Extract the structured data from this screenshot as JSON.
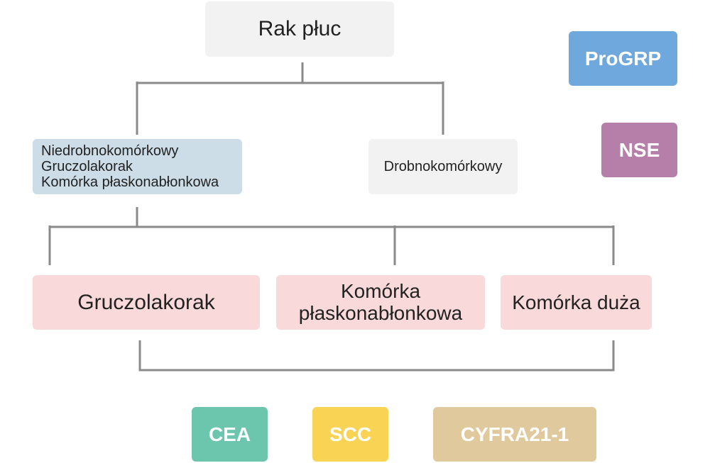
{
  "diagram": {
    "root": {
      "label": "Rak płuc"
    },
    "nsclc": {
      "lines": [
        "Niedrobnokomórkowy",
        "Gruczolakorak",
        "Komórka płaskonabłonkowa"
      ]
    },
    "sclc": {
      "label": "Drobnokomórkowy"
    },
    "subtypes": {
      "adeno": {
        "label": "Gruczolakorak"
      },
      "squamous": {
        "lines": [
          "Komórka",
          "płaskonabłonkowa"
        ]
      },
      "large": {
        "label": "Komórka duża"
      }
    },
    "markers": {
      "progrp": {
        "label": "ProGRP",
        "color": "#6fa8dc"
      },
      "nse": {
        "label": "NSE",
        "color": "#b57fa9"
      },
      "cea": {
        "label": "CEA",
        "color": "#6cc5ad"
      },
      "scc": {
        "label": "SCC",
        "color": "#f9d454"
      },
      "cyfra": {
        "label": "CYFRA21-1",
        "color": "#e0c99c"
      }
    }
  }
}
